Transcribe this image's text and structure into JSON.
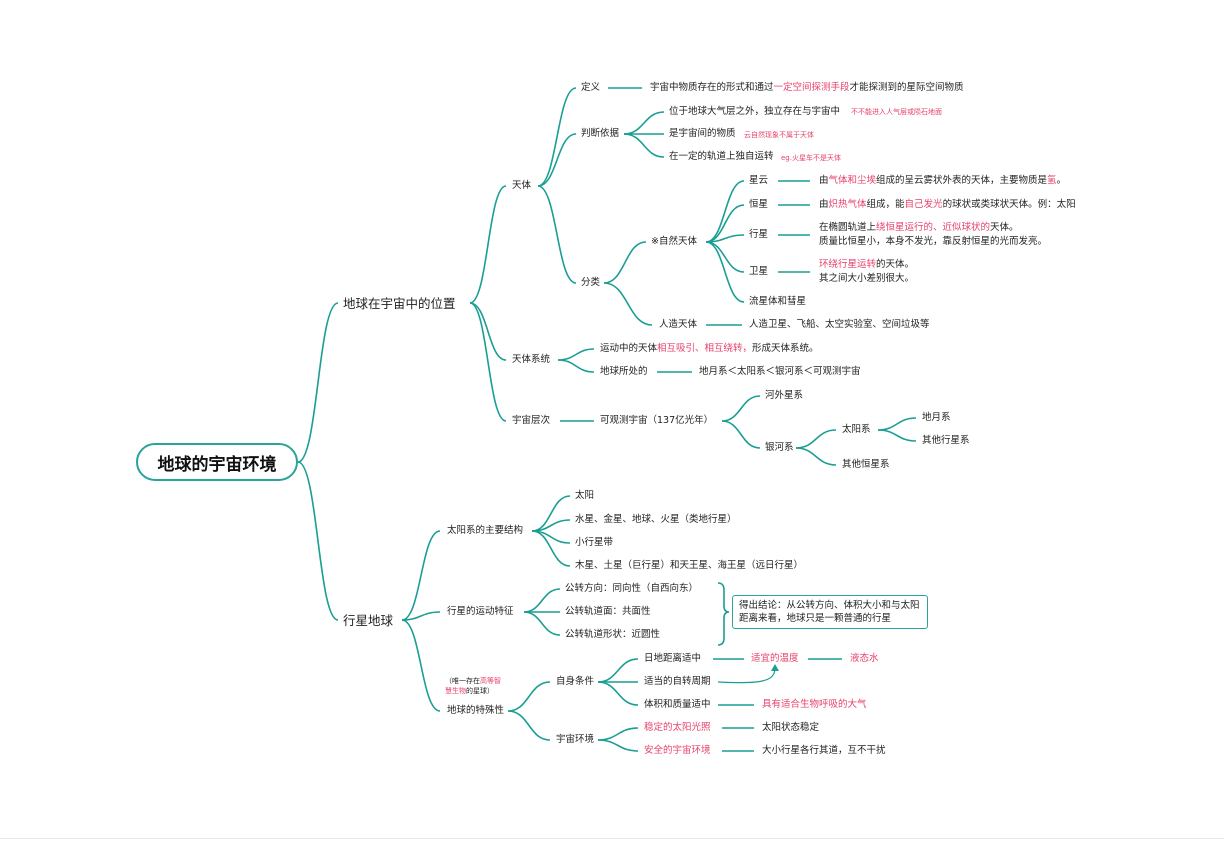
{
  "root": "地球的宇宙环境",
  "branch1": {
    "title": "地球在宇宙中的位置",
    "tianti": {
      "label": "天体",
      "dingyi": {
        "label": "定义",
        "text_a": "宇宙中物质存在的形式和通过",
        "text_hl": "一定空间探测手段",
        "text_b": "才能探测到的星际空间物质"
      },
      "panduan": {
        "label": "判断依据",
        "items": [
          {
            "text": "位于地球大气层之外，独立存在与宇宙中",
            "note": "不不能进入人气层或陨石地面"
          },
          {
            "text": "是宇宙间的物质",
            "note": "云自然现象不属于天体"
          },
          {
            "text": "在一定的轨道上独自运转",
            "note": "eg.火星车不是天体"
          }
        ]
      },
      "fenlei": {
        "label": "分类",
        "ziran": {
          "label": "※自然天体",
          "xingyun": {
            "label": "星云",
            "a": "由",
            "hl": "气体和尘埃",
            "b": "组成的呈云雾状外表的天体，主要物质是",
            "hl2": "氢",
            "c": "。"
          },
          "hengxing": {
            "label": "恒星",
            "a": "由",
            "hl": "炽热气体",
            "b": "组成，能",
            "hl2": "自己发光",
            "c": "的球状或类球状天体。例：太阳"
          },
          "xingxing": {
            "label": "行星",
            "l1a": "在椭圆轨道上",
            "l1hl": "绕恒星运行的、近似球状的",
            "l1b": "天体。",
            "l2": "质量比恒星小，本身不发光，靠反射恒星的光而发亮。"
          },
          "weixing": {
            "label": "卫星",
            "l1hl": "环绕行星运转",
            "l1b": "的天体。",
            "l2": "其之间大小差别很大。"
          },
          "liuxing": {
            "label": "流星体和彗星"
          }
        },
        "renzao": {
          "label": "人造天体",
          "text": "人造卫星、飞船、太空实验室、空间垃圾等"
        }
      }
    },
    "xitong": {
      "label": "天体系统",
      "line1a": "运动中的天体",
      "line1hl": "相互吸引、相互绕转，",
      "line1b": "形成天体系统。",
      "chu_label": "地球所处的",
      "chu_text": "地月系＜太阳系＜银河系＜可观测宇宙"
    },
    "cengci": {
      "label": "宇宙层次",
      "kegance": "可观测宇宙（137亿光年）",
      "hewai": "河外星系",
      "yinhe": "银河系",
      "taiyang": "太阳系",
      "diyue": "地月系",
      "qitaxing": "其他行星系",
      "qitaheng": "其他恒星系"
    }
  },
  "branch2": {
    "title": "行星地球",
    "jiegou": {
      "label": "太阳系的主要结构",
      "items": [
        "太阳",
        "水星、金星、地球、火星（类地行星）",
        "小行星带",
        "木星、土星（巨行星）和天王星、海王星（远日行星）"
      ]
    },
    "yundong": {
      "label": "行星的运动特征",
      "items": [
        "公转方向：同向性（自西向东）",
        "公转轨道面：共面性",
        "公转轨道形状：近圆性"
      ],
      "conclusion": "得出结论：从公转方向、体积大小和与太阳距离来看，地球只是一颗普通的行星"
    },
    "teshu": {
      "label": "地球的特殊性",
      "note_a": "（唯一存在",
      "note_hl": "高等智",
      "note_b": "慧生物",
      "note_c": "的星球）",
      "zishen": {
        "label": "自身条件",
        "rijia": "日地距离适中",
        "wendu": "适宜的温度",
        "shui": "液态水",
        "zizhuan": "适当的自转周期",
        "tiji": "体积和质量适中",
        "daqi": "具有适合生物呼吸的大气"
      },
      "yuzhou": {
        "label": "宇宙环境",
        "guangzhao": "稳定的太阳光照",
        "wending": "太阳状态稳定",
        "anquan": "安全的宇宙环境",
        "ganrao": "大小行星各行其道，互不干扰"
      }
    }
  },
  "colors": {
    "line": "#1a9e93",
    "highlight": "#e8416b"
  }
}
